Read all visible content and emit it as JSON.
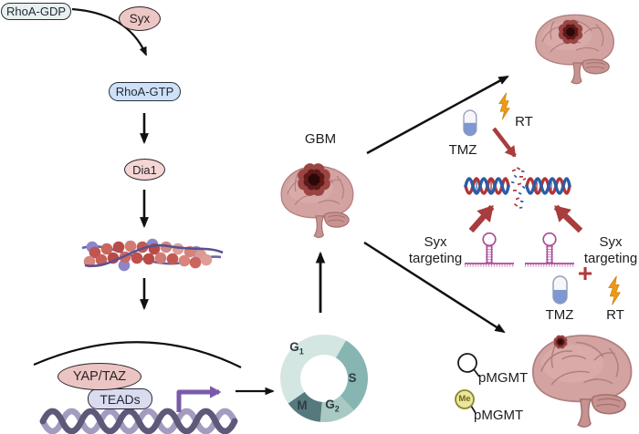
{
  "pathway": {
    "rhoa_gdp": "RhoA-GDP",
    "syx": "Syx",
    "rhoa_gtp": "RhoA-GTP",
    "dia1": "Dia1",
    "yap_taz": "YAP/TAZ",
    "teads": "TEADs"
  },
  "cell_cycle": {
    "g1": {
      "base": "G",
      "sub": "1"
    },
    "s": "S",
    "g2": {
      "base": "G",
      "sub": "2"
    },
    "m": "M"
  },
  "tumor": {
    "gbm_label": "GBM"
  },
  "treatment_top": {
    "tmz": "TMZ",
    "rt": "RT"
  },
  "treatment_bottom": {
    "tmz": "TMZ",
    "rt": "RT",
    "plus": "+"
  },
  "syx_targeting_left": {
    "line1": "Syx",
    "line2": "targeting"
  },
  "syx_targeting_right": {
    "line1": "Syx",
    "line2": "targeting"
  },
  "mgmt": {
    "unmethylated_label": "pMGMT",
    "methylated_label": "pMGMT",
    "me": "Me"
  },
  "icons": {
    "tmz": "pill-capsule-icon",
    "rt": "lightning-bolt-icon",
    "syx_targeting": "rna-hairpin-icon",
    "gbm": "brain-with-tumor-illustration",
    "dna_damage": "broken-dna-illustration",
    "actin": "actin-filament-illustration",
    "mgmt_unmethylated": "open-circle-lollipop-icon",
    "mgmt_methylated": "methyl-circle-lollipop-icon"
  },
  "colors": {
    "node_mint": "#e9f1f0",
    "node_blue": "#cfe1f6",
    "node_pink": "#edc7c5",
    "node_lavender": "#dbdbf0",
    "arrow_black": "#111111",
    "arrow_red": "#a93c3c",
    "rt_orange": "#f09a14",
    "tmz_blue": "#7d98d2",
    "hairpin_magenta": "#a94b98",
    "cycle_g1": "#d3e6e2",
    "cycle_s": "#86b5b2",
    "cycle_g2": "#a8c9c4",
    "cycle_m": "#55797d",
    "dna_blue": "#2b5ca6",
    "dna_red": "#b23434",
    "brain_pink": "#d2a3a1",
    "transcription_purple": "#7a5aa8"
  }
}
